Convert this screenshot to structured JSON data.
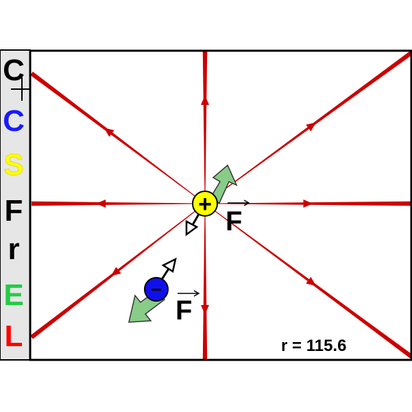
{
  "menu": {
    "items": [
      {
        "id": "c-plus",
        "label": "C",
        "color": "#000000",
        "has_plus": true
      },
      {
        "id": "c",
        "label": "C",
        "color": "#1a1aff"
      },
      {
        "id": "s",
        "label": "S",
        "color": "#ffff00"
      },
      {
        "id": "f",
        "label": "F",
        "color": "#000000"
      },
      {
        "id": "r",
        "label": "r",
        "color": "#000000"
      },
      {
        "id": "e",
        "label": "E",
        "color": "#22cc44"
      },
      {
        "id": "l",
        "label": "L",
        "color": "#ff0000"
      }
    ]
  },
  "charges": {
    "positive": {
      "sign": "+",
      "fill": "#ffff00",
      "force_label": "F"
    },
    "negative": {
      "sign": "−",
      "fill": "#1010ee",
      "force_label": "F"
    }
  },
  "readout": {
    "text": "r = 115.6"
  },
  "colors": {
    "field_line": "#cc0000",
    "force_arrow": "#88cc88",
    "frame": "#000000",
    "menu_bg": "#e6e6e6"
  }
}
